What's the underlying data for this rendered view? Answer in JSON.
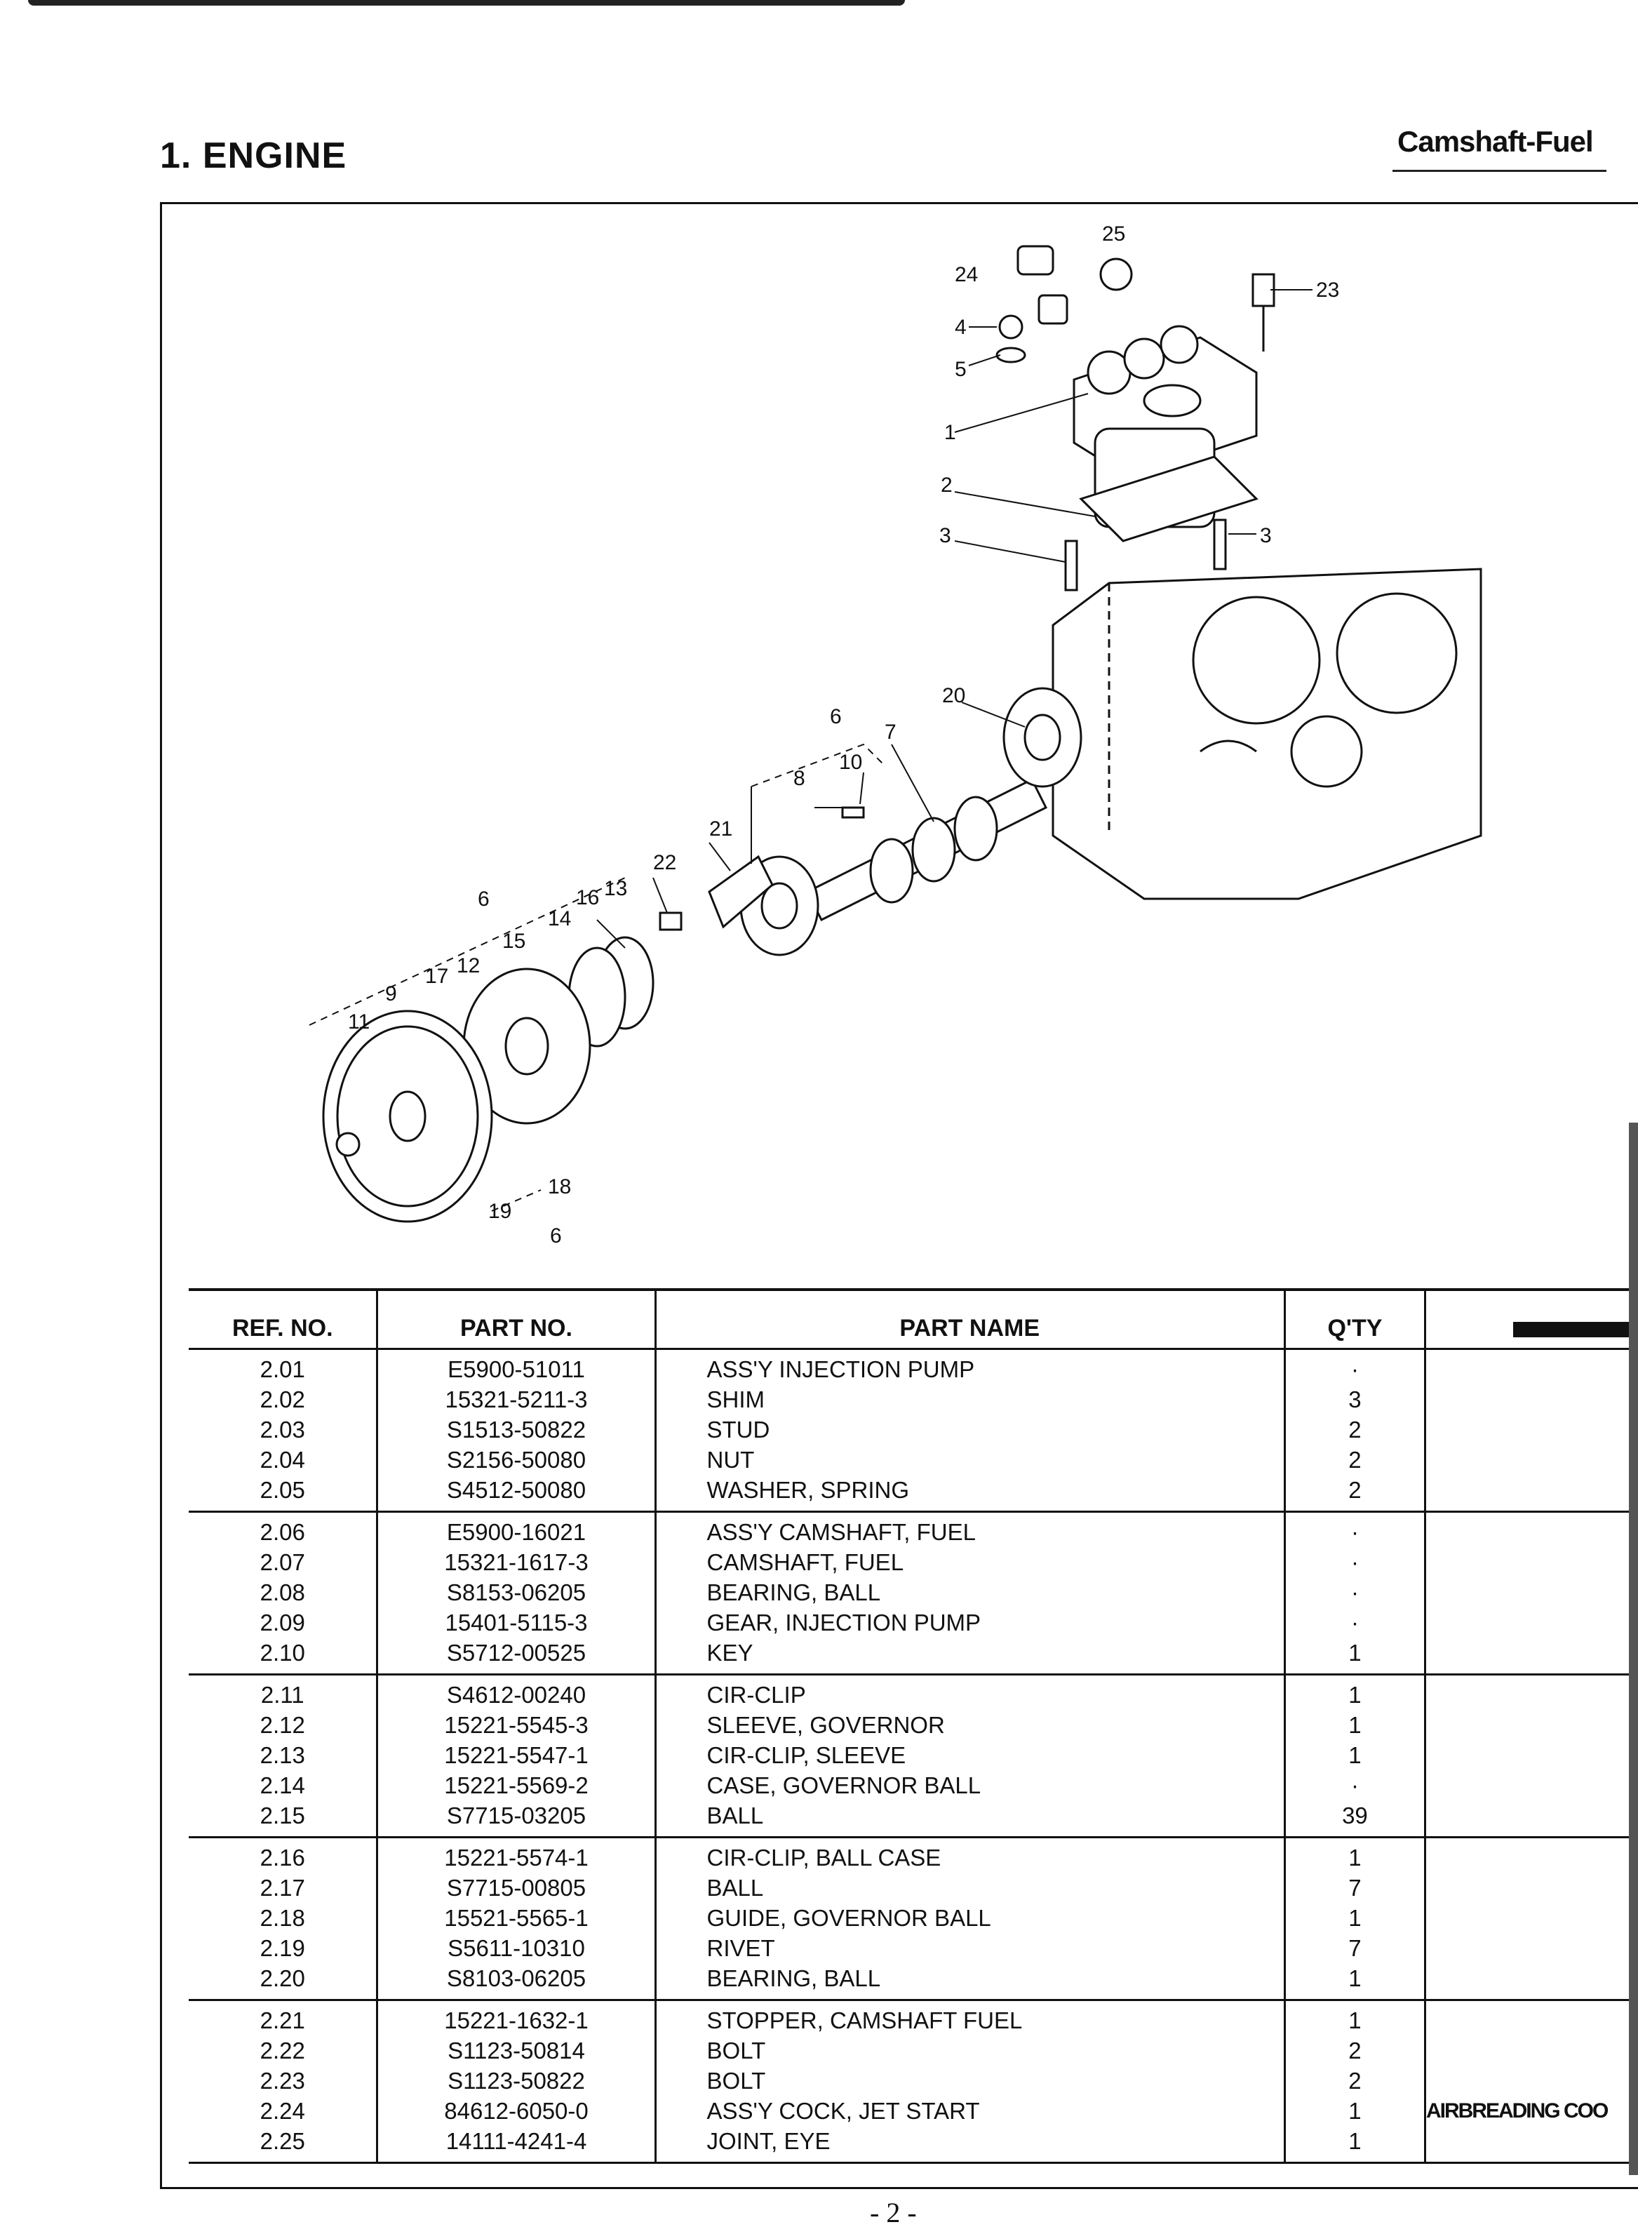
{
  "header": {
    "section_title": "1. ENGINE",
    "section_tag": "Camshaft-Fuel"
  },
  "diagram": {
    "callouts": [
      "25",
      "24",
      "23",
      "4",
      "5",
      "1",
      "2",
      "3",
      "3",
      "20",
      "6",
      "10",
      "7",
      "8",
      "21",
      "22",
      "6",
      "16",
      "13",
      "14",
      "15",
      "17",
      "12",
      "9",
      "11",
      "18",
      "19",
      "6"
    ]
  },
  "table": {
    "headers": {
      "ref_no": "REF. NO.",
      "part_no": "PART NO.",
      "part_name": "PART NAME",
      "qty": "Q'TY",
      "remarks": ""
    },
    "groups": [
      {
        "rows": [
          {
            "ref": "2.01",
            "part": "E5900-51011",
            "name": "ASS'Y INJECTION PUMP",
            "qty": "·"
          },
          {
            "ref": "2.02",
            "part": "15321-5211-3",
            "name": "SHIM",
            "qty": "3"
          },
          {
            "ref": "2.03",
            "part": "S1513-50822",
            "name": "STUD",
            "qty": "2"
          },
          {
            "ref": "2.04",
            "part": "S2156-50080",
            "name": "NUT",
            "qty": "2"
          },
          {
            "ref": "2.05",
            "part": "S4512-50080",
            "name": "WASHER, SPRING",
            "qty": "2"
          }
        ]
      },
      {
        "rows": [
          {
            "ref": "2.06",
            "part": "E5900-16021",
            "name": "ASS'Y CAMSHAFT, FUEL",
            "qty": "·"
          },
          {
            "ref": "2.07",
            "part": "15321-1617-3",
            "name": "CAMSHAFT, FUEL",
            "qty": "·"
          },
          {
            "ref": "2.08",
            "part": "S8153-06205",
            "name": "BEARING, BALL",
            "qty": "·"
          },
          {
            "ref": "2.09",
            "part": "15401-5115-3",
            "name": "GEAR, INJECTION PUMP",
            "qty": "·"
          },
          {
            "ref": "2.10",
            "part": "S5712-00525",
            "name": "KEY",
            "qty": "1"
          }
        ]
      },
      {
        "rows": [
          {
            "ref": "2.11",
            "part": "S4612-00240",
            "name": "CIR-CLIP",
            "qty": "1"
          },
          {
            "ref": "2.12",
            "part": "15221-5545-3",
            "name": "SLEEVE, GOVERNOR",
            "qty": "1"
          },
          {
            "ref": "2.13",
            "part": "15221-5547-1",
            "name": "CIR-CLIP, SLEEVE",
            "qty": "1"
          },
          {
            "ref": "2.14",
            "part": "15221-5569-2",
            "name": "CASE, GOVERNOR BALL",
            "qty": "·"
          },
          {
            "ref": "2.15",
            "part": "S7715-03205",
            "name": "BALL",
            "qty": "39"
          }
        ]
      },
      {
        "rows": [
          {
            "ref": "2.16",
            "part": "15221-5574-1",
            "name": "CIR-CLIP, BALL CASE",
            "qty": "1"
          },
          {
            "ref": "2.17",
            "part": "S7715-00805",
            "name": "BALL",
            "qty": "7"
          },
          {
            "ref": "2.18",
            "part": "15521-5565-1",
            "name": "GUIDE, GOVERNOR BALL",
            "qty": "1"
          },
          {
            "ref": "2.19",
            "part": "S5611-10310",
            "name": "RIVET",
            "qty": "7"
          },
          {
            "ref": "2.20",
            "part": "S8103-06205",
            "name": "BEARING, BALL",
            "qty": "1"
          }
        ]
      },
      {
        "rows": [
          {
            "ref": "2.21",
            "part": "15221-1632-1",
            "name": "STOPPER, CAMSHAFT FUEL",
            "qty": "1"
          },
          {
            "ref": "2.22",
            "part": "S1123-50814",
            "name": "BOLT",
            "qty": "2"
          },
          {
            "ref": "2.23",
            "part": "S1123-50822",
            "name": "BOLT",
            "qty": "2"
          },
          {
            "ref": "2.24",
            "part": "84612-6050-0",
            "name": "ASS'Y COCK, JET START",
            "qty": "1",
            "remark": "AIRBREADING COO"
          },
          {
            "ref": "2.25",
            "part": "14111-4241-4",
            "name": "JOINT, EYE",
            "qty": "1"
          }
        ]
      }
    ]
  },
  "footer": {
    "page_number": "- 2 -"
  }
}
